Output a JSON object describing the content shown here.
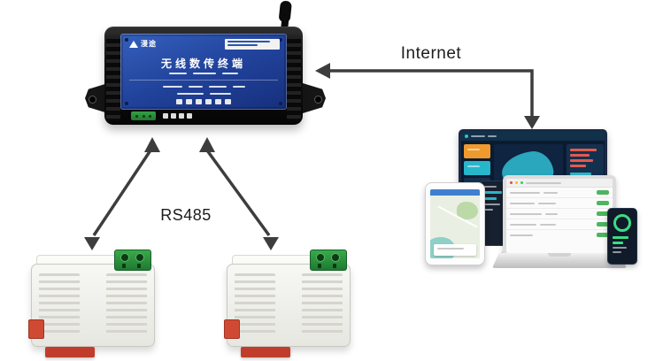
{
  "labels": {
    "internet": "Internet",
    "rs485": "RS485"
  },
  "gateway": {
    "title": "无线数传终端",
    "brand": "漫途"
  },
  "colors": {
    "arrow": "#3d3d3d",
    "gateway_plate": "#21439c",
    "housing_black": "#111111",
    "terminal_green": "#2f9440",
    "clip_red": "#c8402e",
    "dashboard_navy": "#0c1a30",
    "accent_teal": "#2aa7bd",
    "accent_orange": "#ef9a2e",
    "accent_red": "#e25a4c",
    "accent_green": "#4db55f"
  }
}
